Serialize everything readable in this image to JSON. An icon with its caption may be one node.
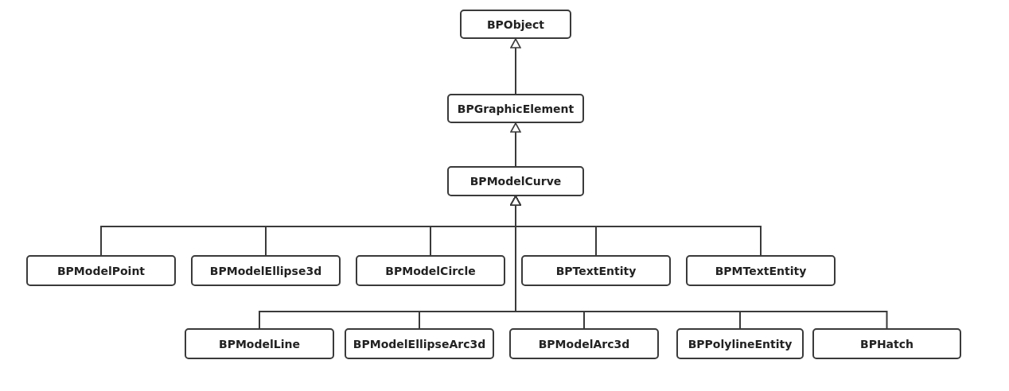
{
  "diagram": {
    "nodes": [
      {
        "text": [
          "BPObject"
        ]
      },
      {
        "text": [
          "BPGraphicElement"
        ]
      },
      {
        "text": [
          "BPModelCurve"
        ]
      },
      {
        "text": [
          "BPModelPoint"
        ]
      },
      {
        "text": [
          "BPModelEllipse3d"
        ]
      },
      {
        "text": [
          "BPModelCircle"
        ]
      },
      {
        "text": [
          "BPTextEntity"
        ]
      },
      {
        "text": [
          "BPMTextEntity"
        ]
      },
      {
        "text": [
          "BPModelLine"
        ]
      },
      {
        "text": [
          "BPModelEllipseArc3d"
        ]
      },
      {
        "text": [
          "BPModelArc3d"
        ]
      },
      {
        "text": [
          "BPPolylineEntity"
        ]
      },
      {
        "text": [
          "BPHatch"
        ]
      }
    ],
    "edges": [
      {
        "from": 1,
        "to": 0,
        "arrow": "to"
      },
      {
        "from": 2,
        "to": 1,
        "arrow": "to"
      },
      {
        "from": 3,
        "to": 2,
        "arrow": "to"
      },
      {
        "from": 4,
        "to": 2,
        "arrow": "to"
      },
      {
        "from": 5,
        "to": 2,
        "arrow": "to"
      },
      {
        "from": 6,
        "to": 2,
        "arrow": "to"
      },
      {
        "from": 7,
        "to": 2,
        "arrow": "to"
      },
      {
        "from": 8,
        "to": 2,
        "arrow": "to"
      },
      {
        "from": 9,
        "to": 2,
        "arrow": "to"
      },
      {
        "from": 10,
        "to": 2,
        "arrow": "to"
      },
      {
        "from": 11,
        "to": 2,
        "arrow": "to"
      },
      {
        "from": 12,
        "to": 2,
        "arrow": "to"
      }
    ]
  }
}
